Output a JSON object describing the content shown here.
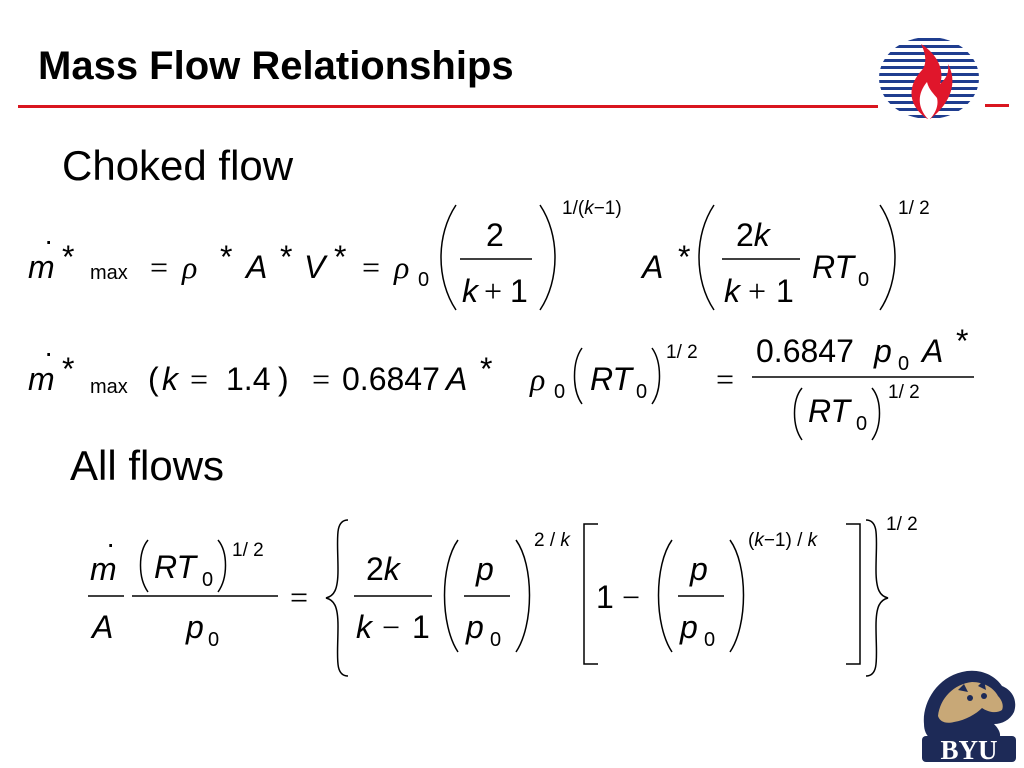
{
  "slide": {
    "title": "Mass Flow Relationships",
    "sections": [
      "Choked flow",
      "All flows"
    ],
    "accent_color": "#d9161f",
    "logo_icon": "flame-logo-icon",
    "mascot_icon": "byu-cougar-logo",
    "mascot_text": "BYU"
  },
  "equations": {
    "choked_flow_1": {
      "m": "m",
      "star": "*",
      "max": "max",
      "eq": "=",
      "rho": "ρ",
      "A": "A",
      "V": "V",
      "sub0": "0",
      "two": "2",
      "k": "k",
      "plus": "+",
      "one": "1",
      "exp1": "1/(k−1)",
      "exp2": "1/2",
      "RT": "RT"
    },
    "choked_flow_2": {
      "k_value": "k = 1.4",
      "coefficient": "0.6847",
      "exp": "1/2",
      "p": "p"
    },
    "all_flows": {
      "minus": "−",
      "exp_2k": "2/k",
      "exp_km1k": "(k−1)/k",
      "exp_half": "1/2"
    }
  }
}
